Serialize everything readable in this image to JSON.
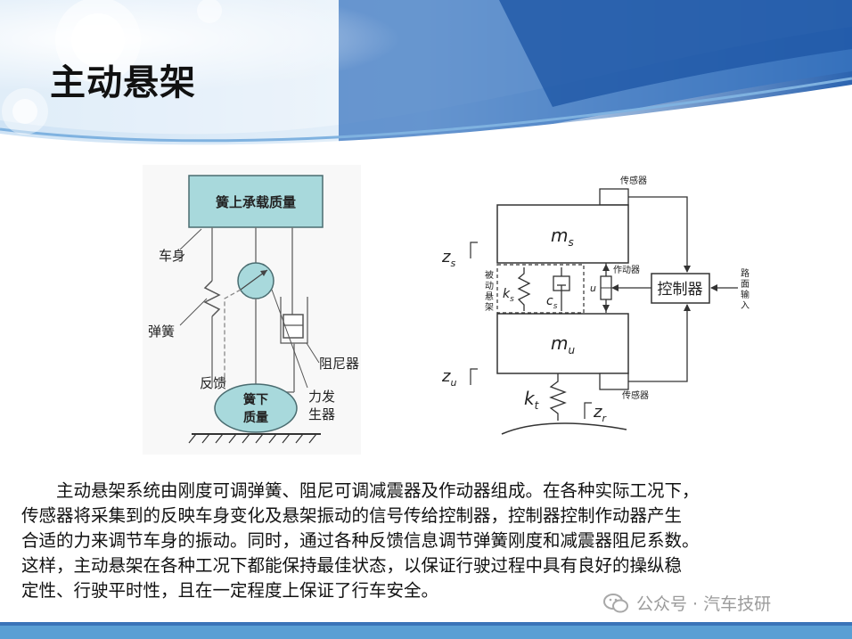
{
  "slide": {
    "title": "主动悬架",
    "body": [
      "　　主动悬架系统由刚度可调弹簧、阻尼可调减震器及作动器组成。在各种实际工况下，",
      "传感器将采集到的反映车身变化及悬架振动的信号传给控制器，控制器控制作动器产生",
      "合适的力来调节车身的振动。同时，通过各种反馈信息调节弹簧刚度和减震器阻尼系数。",
      "这样，主动悬架在各种工况下都能保持最佳状态，以保证行驶过程中具有良好的操纵稳",
      "定性、行驶平时性，且在一定程度上保证了行车安全。"
    ],
    "watermark": "公众号 · 汽车技研"
  },
  "fig_left": {
    "sprung_mass": "簧上承载质量",
    "body_label": "车身",
    "spring_label": "弹簧",
    "feedback_label": "反馈",
    "unsprung_line1": "簧下",
    "unsprung_line2": "质量",
    "damper_label": "阻尼器",
    "force_gen_line1": "力发",
    "force_gen_line2": "生器"
  },
  "fig_right": {
    "sensor_top": "传感器",
    "sensor_bottom": "传感器",
    "ms": "m",
    "ms_sub": "s",
    "mu": "m",
    "mu_sub": "u",
    "zs": "z",
    "zs_sub": "s",
    "zu": "z",
    "zu_sub": "u",
    "zr": "z",
    "zr_sub": "r",
    "ks": "k",
    "ks_sub": "s",
    "cs": "c",
    "cs_sub": "s",
    "kt": "k",
    "kt_sub": "t",
    "u": "u",
    "actuator": "作动器",
    "passive_chars": [
      "被",
      "动",
      "悬",
      "架"
    ],
    "controller": "控制器",
    "road_input_chars": [
      "路",
      "面",
      "输",
      "入"
    ]
  },
  "colors": {
    "block_fill": "#a8d9dc",
    "banner_blue": "#2f6db3",
    "footer_blue": "#5a9fd4"
  }
}
